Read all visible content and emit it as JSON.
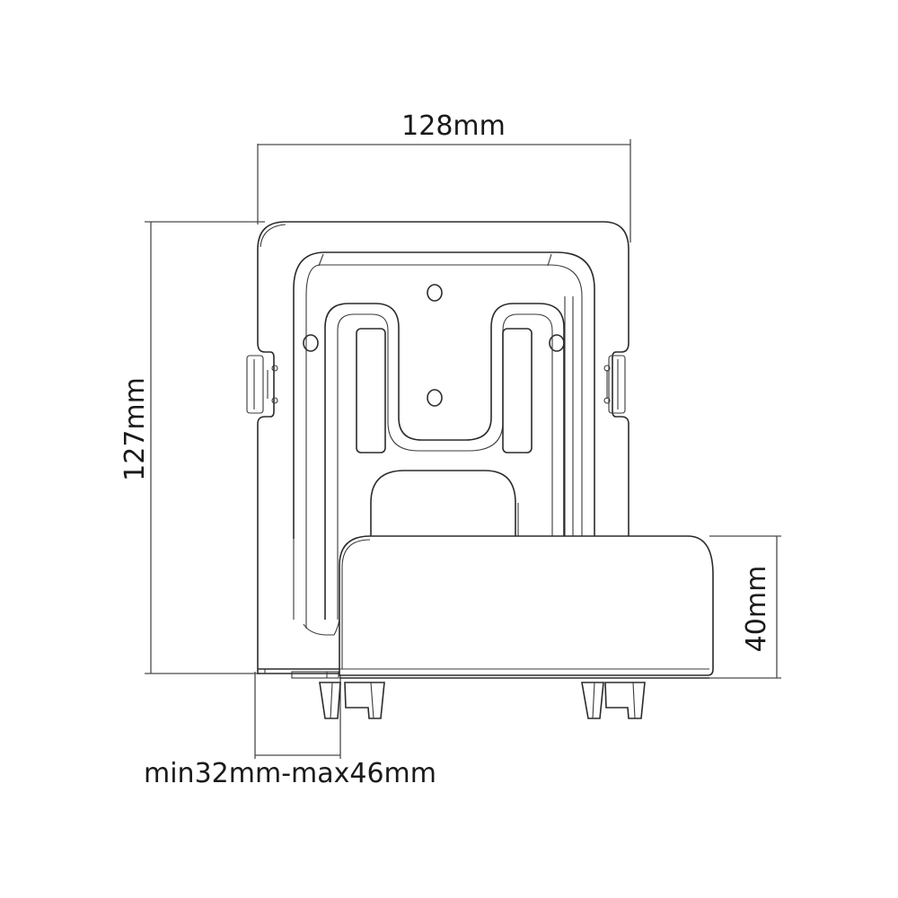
{
  "diagram": {
    "subject": "Wall mount bracket for media box / router",
    "view": "front view",
    "line_color": "#2b2b2b",
    "background": "#ffffff",
    "dimensions": {
      "width": {
        "label": "128mm",
        "value": 128,
        "unit": "mm",
        "orientation": "horizontal"
      },
      "height": {
        "label": "127mm",
        "value": 127,
        "unit": "mm",
        "orientation": "vertical"
      },
      "shelf_height": {
        "label": "40mm",
        "value": 40,
        "unit": "mm",
        "orientation": "vertical"
      },
      "depth_range": {
        "label": "min32mm-max46mm",
        "min": 32,
        "max": 46,
        "unit": "mm",
        "orientation": "horizontal"
      }
    },
    "parts": [
      {
        "name": "back-plate",
        "features": [
          "4 mounting holes",
          "2 vertical slots",
          "U-shaped channel",
          "side clips"
        ]
      },
      {
        "name": "front-shelf",
        "features": [
          "adjustable depth",
          "2 bottom feet"
        ]
      }
    ]
  }
}
